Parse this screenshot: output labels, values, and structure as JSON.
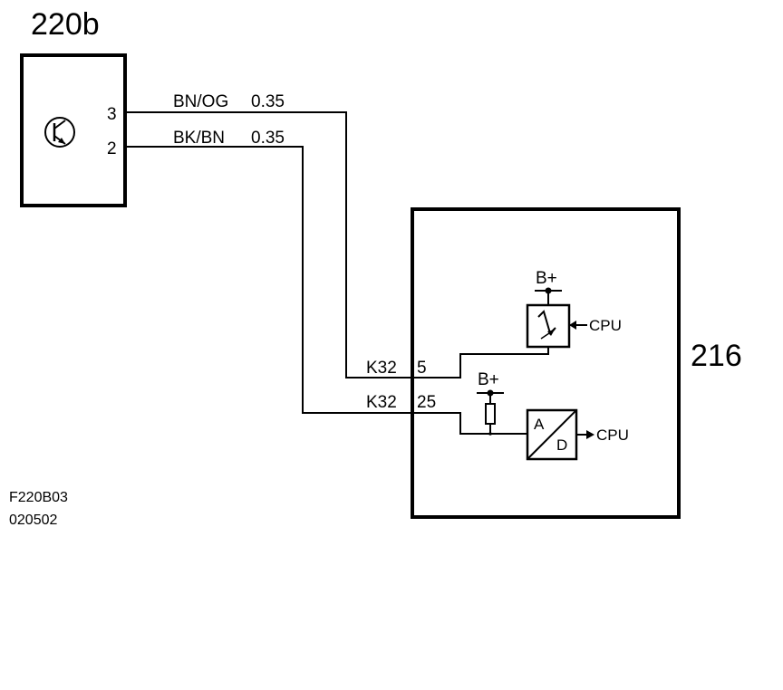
{
  "component_220b": {
    "id": "220b",
    "pin_top": "3",
    "pin_bottom": "2",
    "symbol": "transistor-icon"
  },
  "component_216": {
    "id": "216",
    "supply_top": "B+",
    "supply_bottom": "B+",
    "cpu_in": "CPU",
    "cpu_out": "CPU",
    "adc_a": "A",
    "adc_d": "D"
  },
  "wires": [
    {
      "color": "BN/OG",
      "gauge": "0.35",
      "connector": "K32",
      "pin": "5"
    },
    {
      "color": "BK/BN",
      "gauge": "0.35",
      "connector": "K32",
      "pin": "25"
    }
  ],
  "footer": {
    "code": "F220B03",
    "date": "020502"
  }
}
